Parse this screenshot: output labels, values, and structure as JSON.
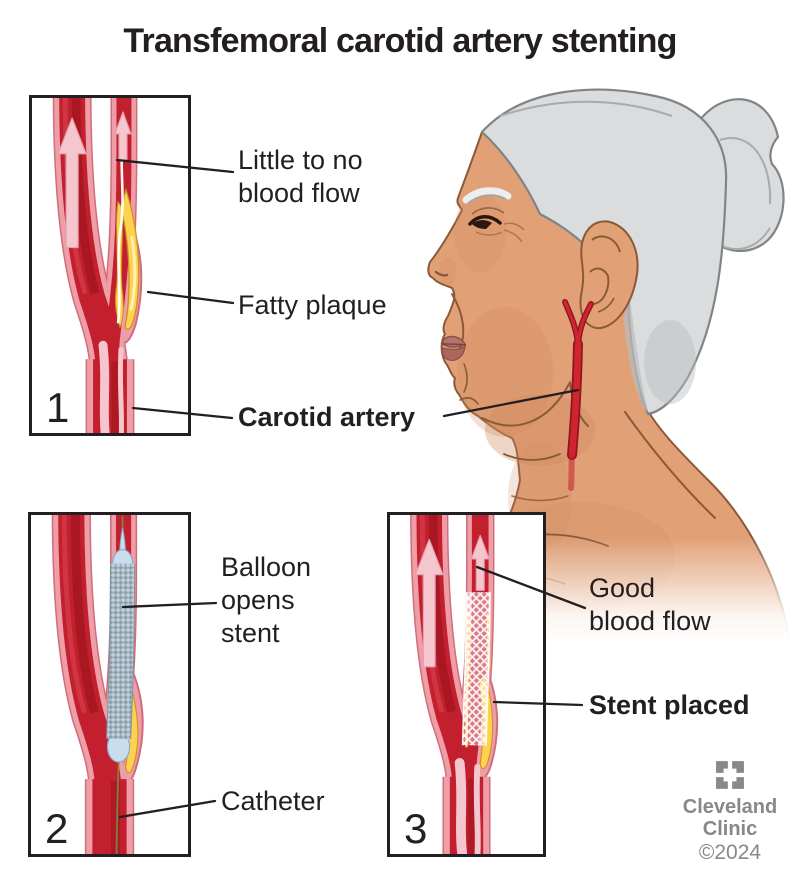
{
  "title": "Transfemoral carotid artery stenting",
  "panels": [
    {
      "number": "1"
    },
    {
      "number": "2"
    },
    {
      "number": "3"
    }
  ],
  "labels": {
    "little_to_no_blood_flow": {
      "lines": [
        "Little to no",
        "blood flow"
      ]
    },
    "fatty_plaque": {
      "lines": [
        "Fatty plaque"
      ]
    },
    "carotid_artery": {
      "lines": [
        "Carotid artery"
      ]
    },
    "balloon_opens_stent": {
      "lines": [
        "Balloon",
        "opens",
        "stent"
      ]
    },
    "catheter": {
      "lines": [
        "Catheter"
      ]
    },
    "good_blood_flow": {
      "lines": [
        "Good",
        "blood flow"
      ]
    },
    "stent_placed": {
      "lines": [
        "Stent placed"
      ]
    }
  },
  "credit": {
    "line1": "Cleveland",
    "line2": "Clinic",
    "year": "©2024"
  },
  "icons": {
    "logo": "cleveland-clinic-square-mark",
    "flow_arrow": "up-arrow"
  },
  "colors": {
    "background": "#ffffff",
    "text": "#231f20",
    "artery_red": "#c2202e",
    "artery_dark_red": "#a3161f",
    "vessel_wall_pink": "#ef9da7",
    "vessel_outline_pink": "#cf6e7b",
    "blood_flow_pink": "#f6c6ce",
    "plaque_yellow": "#fdd24e",
    "stent_mesh_gray": "#8ba0ad",
    "balloon_blue": "#c8deee",
    "catheter_olive": "#7d7f3f",
    "skin": "#e2a077",
    "hair_gray": "#dadcdd",
    "credit_gray": "#87888a"
  }
}
